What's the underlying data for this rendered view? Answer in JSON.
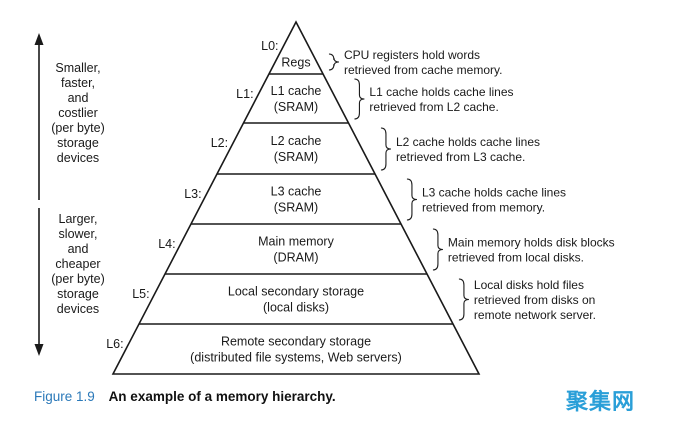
{
  "side_labels": {
    "top": [
      "Smaller,",
      "faster,",
      "and",
      "costlier",
      "(per byte)",
      "storage",
      "devices"
    ],
    "bottom": [
      "Larger,",
      "slower,",
      "and",
      "cheaper",
      "(per byte)",
      "storage",
      "devices"
    ]
  },
  "levels": [
    {
      "id": "L0:",
      "lines": [
        "Regs"
      ],
      "note": [
        "CPU registers hold words",
        "retrieved from cache memory."
      ]
    },
    {
      "id": "L1:",
      "lines": [
        "L1 cache",
        "(SRAM)"
      ],
      "note": [
        "L1 cache holds cache lines",
        "retrieved from L2 cache."
      ]
    },
    {
      "id": "L2:",
      "lines": [
        "L2 cache",
        "(SRAM)"
      ],
      "note": [
        "L2 cache holds cache lines",
        "retrieved from L3 cache."
      ]
    },
    {
      "id": "L3:",
      "lines": [
        "L3 cache",
        "(SRAM)"
      ],
      "note": [
        "L3 cache holds cache lines",
        "retrieved from memory."
      ]
    },
    {
      "id": "L4:",
      "lines": [
        "Main memory",
        "(DRAM)"
      ],
      "note": [
        "Main memory holds disk blocks",
        "retrieved from local disks."
      ]
    },
    {
      "id": "L5:",
      "lines": [
        "Local secondary storage",
        "(local disks)"
      ],
      "note": [
        "Local disks hold files",
        "retrieved from disks on",
        "remote network server."
      ]
    },
    {
      "id": "L6:",
      "lines": [
        "Remote secondary storage",
        "(distributed file systems, Web servers)"
      ],
      "note": []
    }
  ],
  "caption": {
    "number": "Figure 1.9",
    "title": "An example of a memory hierarchy."
  },
  "watermark": "聚集网",
  "colors": {
    "line": "#1a1a1a",
    "caption_number": "#2b79b9",
    "watermark": "#2a9fd8"
  }
}
